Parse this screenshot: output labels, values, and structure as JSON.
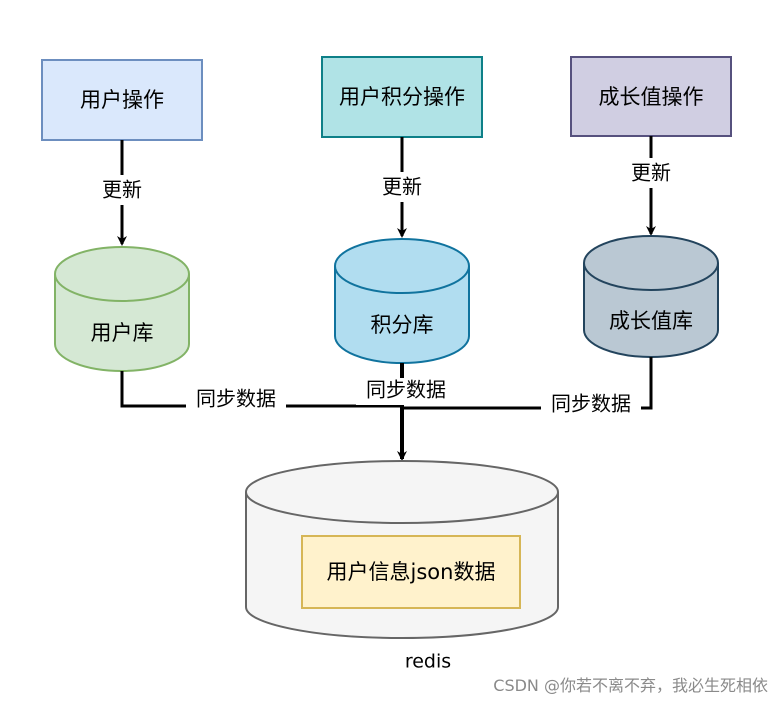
{
  "nodes": {
    "user_op": {
      "label": "用户操作",
      "fill": "#dae8fc",
      "stroke": "#6c8ebf"
    },
    "points_op": {
      "label": "用户积分操作",
      "fill": "#b0e3e6",
      "stroke": "#0e8088"
    },
    "growth_op": {
      "label": "成长值操作",
      "fill": "#d0cee2",
      "stroke": "#56517e"
    },
    "user_db": {
      "label": "用户库",
      "fill": "#d5e8d4",
      "stroke": "#82b366"
    },
    "points_db": {
      "label": "积分库",
      "fill": "#b1ddf0",
      "stroke": "#10739e"
    },
    "growth_db": {
      "label": "成长值库",
      "fill": "#bac8d3",
      "stroke": "#23445d"
    },
    "redis": {
      "label": "redis",
      "fill": "#f5f5f5",
      "stroke": "#666666"
    },
    "user_json": {
      "label": "用户信息json数据",
      "fill": "#fff2cc",
      "stroke": "#d6b656"
    }
  },
  "edges": {
    "update_label": "更新",
    "sync_label": "同步数据"
  },
  "watermark": "CSDN @你若不离不弃，我必生死相依"
}
